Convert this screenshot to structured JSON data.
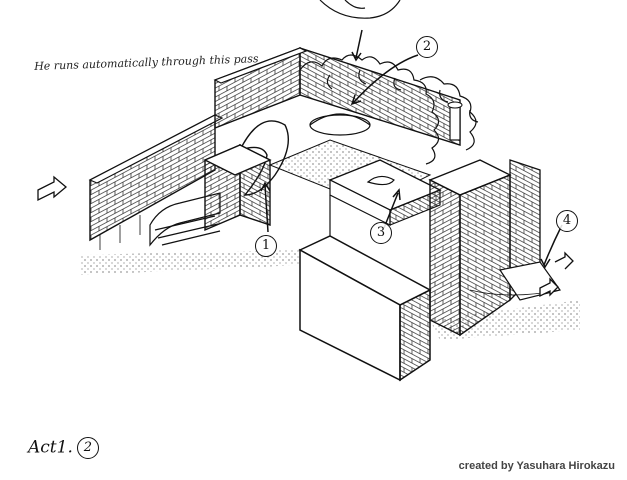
{
  "sketch": {
    "note": "He runs automatically through this pass",
    "act_label": "Act1.",
    "act_number": "2",
    "credit": "created by Yasuhara Hirokazu",
    "callouts": [
      "1",
      "2",
      "3",
      "4"
    ],
    "ink_color": "#111111",
    "paper_color": "#ffffff"
  }
}
